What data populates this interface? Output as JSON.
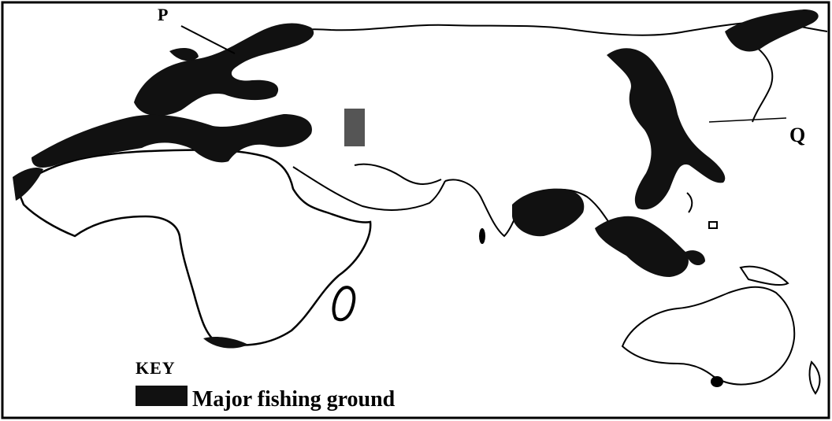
{
  "map": {
    "labels": {
      "p": "P",
      "q": "Q"
    },
    "key": {
      "title": "KEY",
      "fishing_ground_label": "Major fishing ground",
      "fishing_ground_color": "#111111"
    },
    "colors": {
      "land_outline": "#000000",
      "background": "#ffffff",
      "fishing_ground": "#111111"
    }
  }
}
